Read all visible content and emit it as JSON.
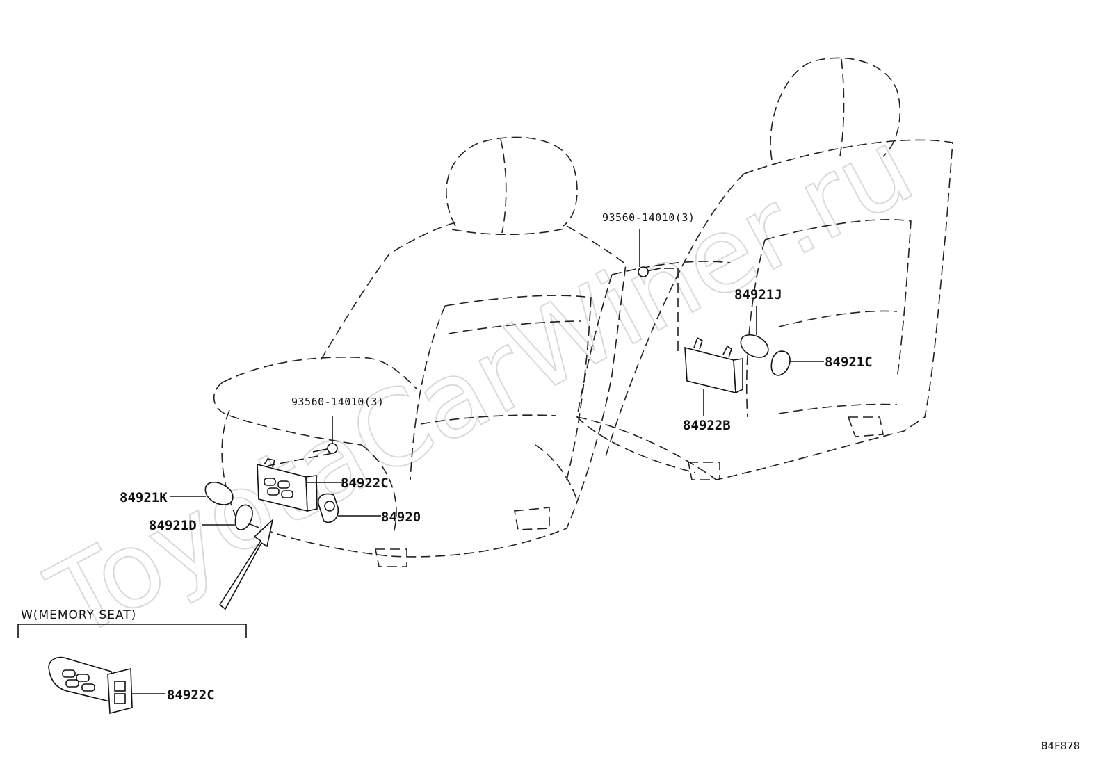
{
  "watermark": "ToyotaCarWiner.ru",
  "labels": {
    "bolt_left": "93560-14010(3)",
    "bolt_right": "93560-14010(3)",
    "knob_k": "84921K",
    "knob_d": "84921D",
    "switch_c": "84922C",
    "switch_84920": "84920",
    "knob_j": "84921J",
    "knob_c": "84921C",
    "switch_b": "84922B",
    "memory_switch_c": "84922C"
  },
  "memory_seat_caption": "W(MEMORY SEAT)",
  "diagram_code": "84F878"
}
